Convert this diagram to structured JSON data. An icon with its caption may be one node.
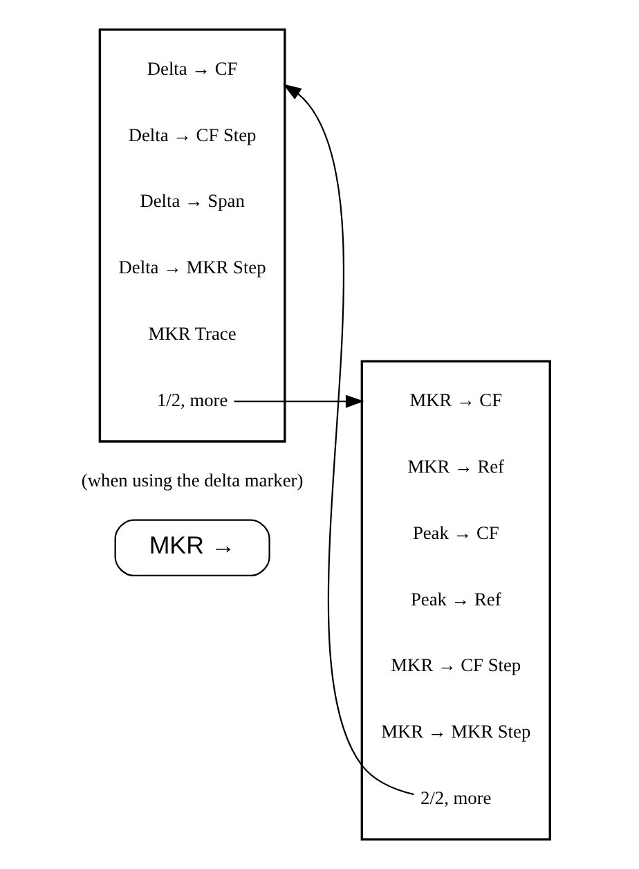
{
  "diagram": {
    "nodes": [
      {
        "text": [
          "MKR →"
        ],
        "beside": [
          "(when using the delta marker)"
        ]
      },
      {
        "text": [],
        "shape": "bracket"
      },
      {
        "text": [
          "Delta → CF"
        ],
        "in": 1
      },
      {
        "text": [
          "Delta → CF Step"
        ],
        "in": 1
      },
      {
        "text": [
          "Delta → Span"
        ],
        "in": 1
      },
      {
        "text": [
          "Delta → MKR Step"
        ],
        "in": 1
      },
      {
        "text": [
          "MKR Trace"
        ],
        "in": 1
      },
      {
        "text": [
          "1/2, more"
        ],
        "in": 1
      },
      {
        "text": [],
        "shape": "bracket"
      },
      {
        "text": [
          "MKR → CF"
        ],
        "in": 8
      },
      {
        "text": [
          "MKR → Ref"
        ],
        "in": 8
      },
      {
        "text": [
          "Peak → CF"
        ],
        "in": 8
      },
      {
        "text": [
          "Peak → Ref"
        ],
        "in": 8
      },
      {
        "text": [
          "MKR → CF Step"
        ],
        "in": 8
      },
      {
        "text": [
          "MKR → MKR Step"
        ],
        "in": 8
      },
      {
        "text": [
          "2/2, more"
        ],
        "in": 8
      }
    ],
    "edges": [
      {
        "from": 7,
        "to": 8,
        "arrow": "to"
      },
      {
        "from": 15,
        "to": 1,
        "arrow": "to"
      }
    ]
  }
}
